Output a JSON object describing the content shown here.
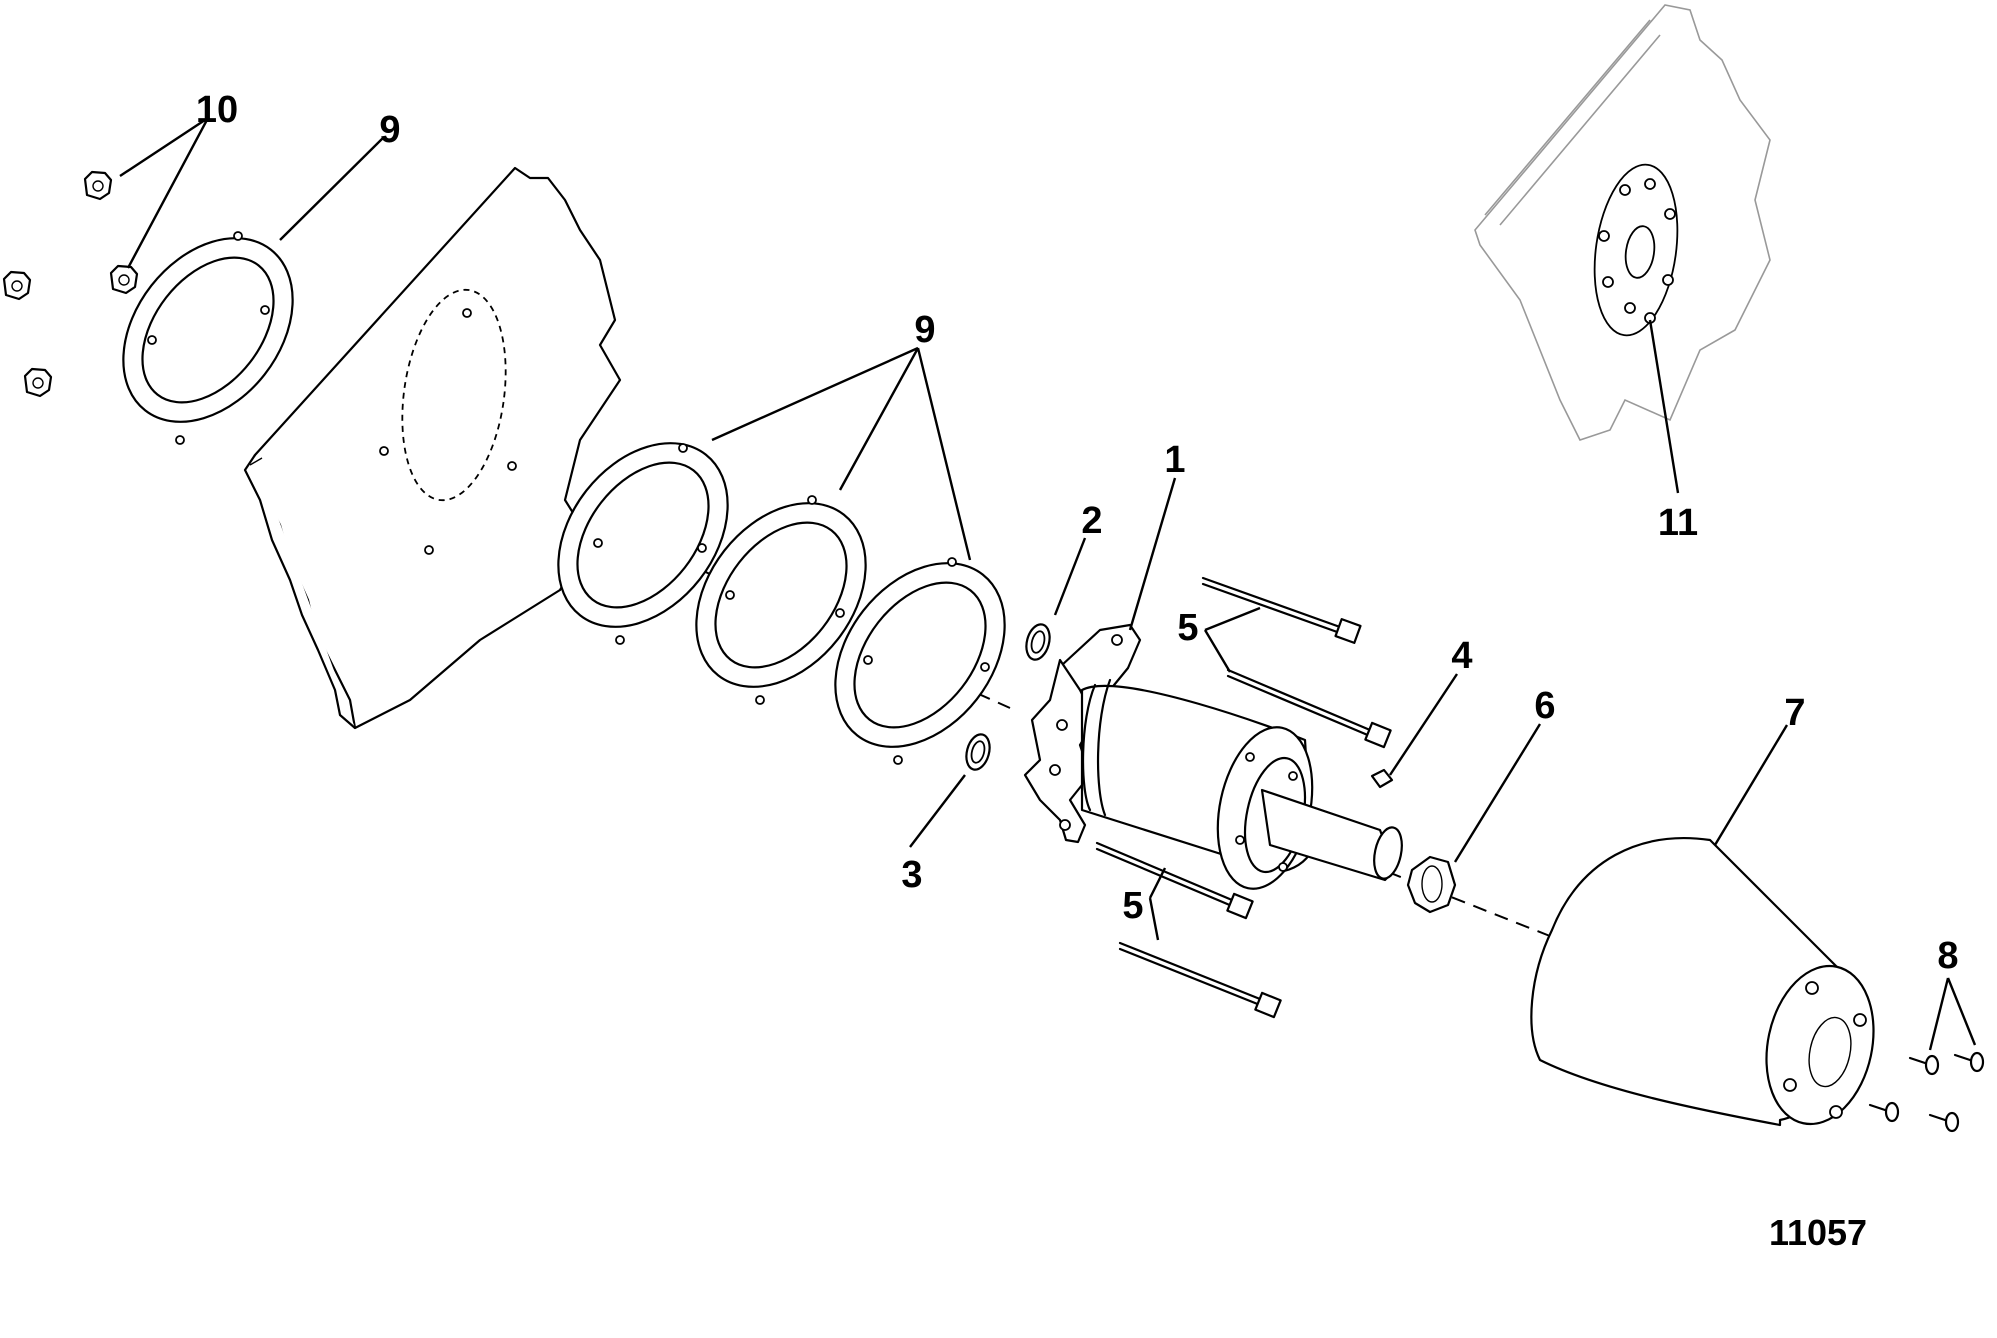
{
  "callouts": {
    "c1": "1",
    "c2": "2",
    "c3": "3",
    "c4": "4",
    "c5a": "5",
    "c5b": "5",
    "c6": "6",
    "c7": "7",
    "c8": "8",
    "c9a": "9",
    "c9b": "9",
    "c10": "10",
    "c11": "11"
  },
  "figure_id": "11057"
}
